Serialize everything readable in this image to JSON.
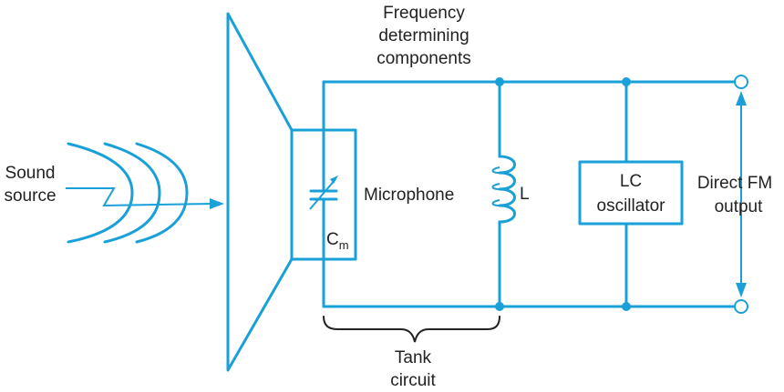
{
  "labels": {
    "freq_line1": "Frequency",
    "freq_line2": "determining",
    "freq_line3": "components",
    "sound_line1": "Sound",
    "sound_line2": "source",
    "microphone": "Microphone",
    "inductor": "L",
    "cap_main": "C",
    "cap_sub": "m",
    "osc_line1": "LC",
    "osc_line2": "oscillator",
    "out_line1": "Direct FM",
    "out_line2": "output",
    "tank_line1": "Tank",
    "tank_line2": "circuit"
  },
  "colors": {
    "wire": "#1aa0d8",
    "text": "#222222",
    "background": "#ffffff"
  }
}
